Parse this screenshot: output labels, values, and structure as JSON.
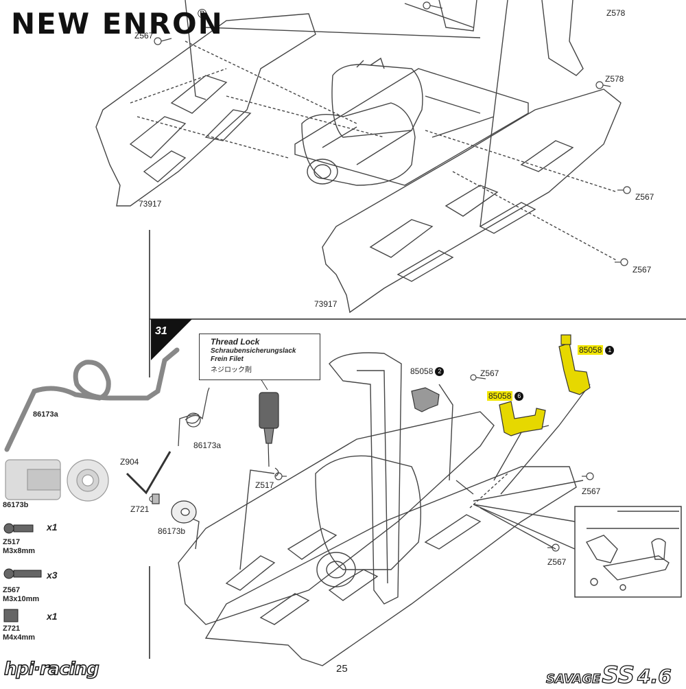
{
  "brand": {
    "name": "NEW ENRON",
    "registered": "®"
  },
  "step": {
    "number": "31"
  },
  "top_labels": {
    "z578_a": "Z578",
    "z578_b": "Z578",
    "z567_a": "Z567",
    "z567_b": "Z567",
    "z567_top": "Z567",
    "part_left": "73917",
    "part_right": "73917"
  },
  "thread_lock": {
    "title": "Thread Lock",
    "german": "Schraubensicherungslack",
    "french": "Frein Filet",
    "japanese": "ネジロック剤"
  },
  "assembly_labels": {
    "p85058_2": "85058",
    "p85058_2_badge": "2",
    "p85058_6": "85058",
    "p85058_6_badge": "6",
    "p85058_1": "85058",
    "p85058_1_badge": "1",
    "z567_1": "Z567",
    "z567_2": "Z567",
    "z567_3": "Z567",
    "z904": "Z904",
    "z721": "Z721",
    "z517": "Z517",
    "p86173a": "86173a",
    "p86173b": "86173b"
  },
  "parts_list": [
    {
      "code": "86173a",
      "size": "",
      "qty": ""
    },
    {
      "code": "86173b",
      "size": "",
      "qty": ""
    },
    {
      "code": "Z517",
      "size": "M3x8mm",
      "qty": "x1"
    },
    {
      "code": "Z567",
      "size": "M3x10mm",
      "qty": "x3"
    },
    {
      "code": "Z721",
      "size": "M4x4mm",
      "qty": "x1"
    }
  ],
  "footer": {
    "page_number": "25",
    "left_logo": "hpi·racing",
    "right_logo_main": "SAVAGE",
    "right_logo_ss": "SS",
    "right_logo_num": "4.6"
  },
  "colors": {
    "highlight": "#f2e600",
    "line": "#333333",
    "highlight_part": "#e6d800"
  }
}
